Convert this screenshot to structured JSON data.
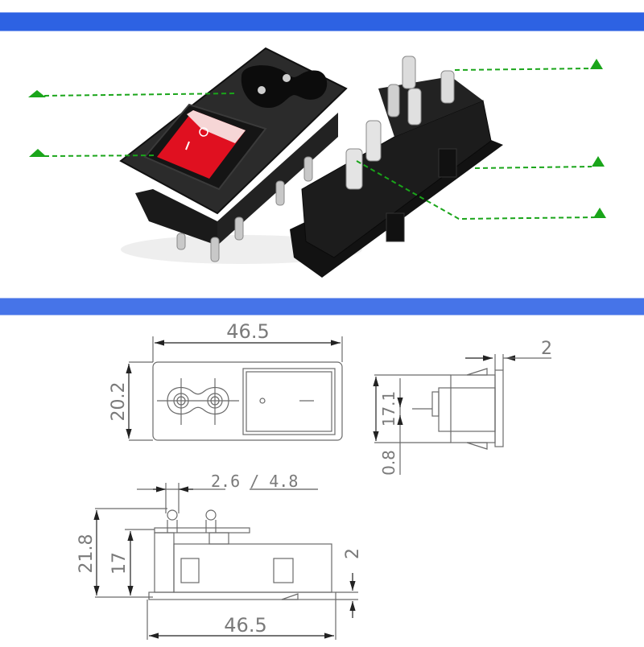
{
  "colors": {
    "top_band": "#2d62e3",
    "mid_band": "#4674e8",
    "callout_green": "#1aa51a",
    "rocker_red": "#e01020",
    "housing_black": "#1c1c1c",
    "drawing_line": "#6a6a6a"
  },
  "photo": {
    "callouts_left": [
      {
        "id": "socket",
        "target": "C8 two-pin inlet socket",
        "marker": "triangle-up"
      },
      {
        "id": "rocker",
        "target": "red illuminated rocker switch",
        "marker": "triangle-up"
      }
    ],
    "callouts_right": [
      {
        "id": "terminals",
        "target": "solder/quick-connect terminals",
        "marker": "triangle-up"
      },
      {
        "id": "clip",
        "target": "snap-in mounting clip",
        "marker": "triangle-up"
      },
      {
        "id": "tab",
        "target": "front terminal tab",
        "marker": "triangle-up"
      }
    ],
    "rocker_symbols": {
      "on": "I",
      "off": "O"
    }
  },
  "drawing": {
    "front_view": {
      "width_label": "46.5",
      "height_label": "20.2",
      "switch_off_symbol": "O",
      "switch_on_symbol": "—"
    },
    "side_view": {
      "flange_label": "2",
      "height_label": "17.1",
      "pin_label": "0.8"
    },
    "bottom_view": {
      "pin_label": "2.6 / 4.8",
      "total_height_label": "21.8",
      "body_height_label": "17",
      "flange_label": "2",
      "width_label": "46.5"
    }
  }
}
